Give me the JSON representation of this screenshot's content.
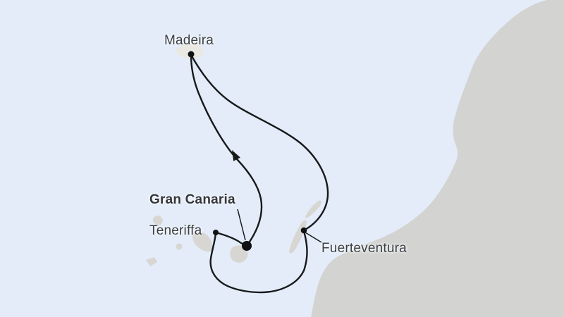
{
  "map": {
    "type": "cruise-route-map",
    "labels": {
      "madeira": "Madeira",
      "gran_canaria": "Gran Canaria",
      "teneriffa": "Teneriffa",
      "fuerteventura": "Fuerteventura"
    },
    "route": {
      "home_port": "Gran Canaria",
      "stops_in_order": [
        "Gran Canaria",
        "Madeira",
        "Fuerteventura",
        "Teneriffa",
        "Gran Canaria"
      ],
      "direction_arrow": "Gran Canaria to Madeira"
    },
    "colors": {
      "sea": "#e3ecf8",
      "land": "#d3d3d1",
      "island": "#d8d6d2",
      "madeira_island": "#eae8e3",
      "route_line": "#17191b",
      "port_dot": "#101113",
      "label_text": "#3b4046",
      "label_text_bold": "#33373c"
    }
  }
}
